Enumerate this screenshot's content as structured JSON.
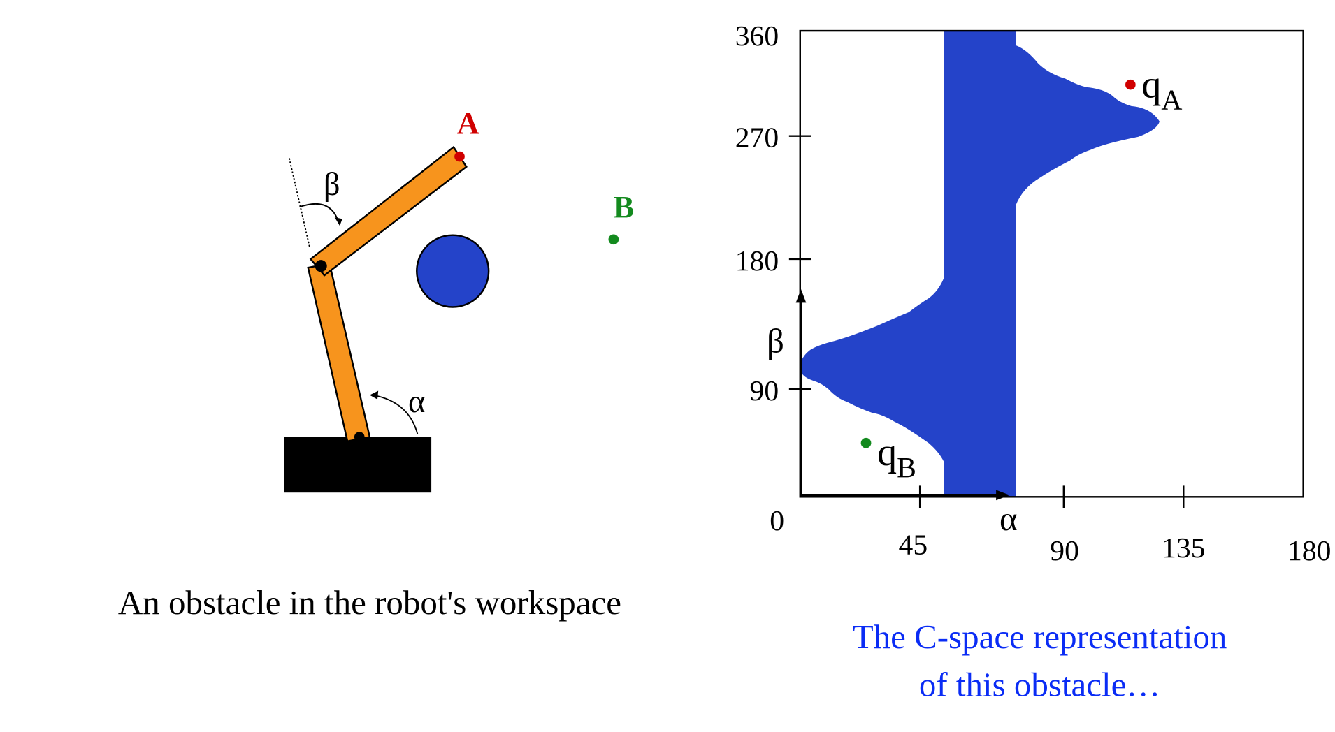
{
  "workspace": {
    "caption": "An obstacle in the robot's workspace",
    "point_a_label": "A",
    "point_b_label": "B",
    "alpha_label": "α",
    "beta_label": "β",
    "colors": {
      "arm": "#f7941d",
      "obstacle": "#2443c9",
      "point_a": "#d00000",
      "point_b": "#138a1e",
      "base": "#000000"
    }
  },
  "cspace": {
    "caption_line1": "The C-space representation",
    "caption_line2": "of this obstacle…",
    "caption_color": "#0a2cf5",
    "x_axis_label": "α",
    "y_axis_label": "β",
    "origin_label": "0",
    "x_ticks": [
      "45",
      "90",
      "135",
      "180"
    ],
    "y_ticks": [
      "90",
      "180",
      "270",
      "360"
    ],
    "q_a_label": "q",
    "q_a_sub": "A",
    "q_b_label": "q",
    "q_b_sub": "B",
    "obstacle_color": "#2443c9"
  }
}
